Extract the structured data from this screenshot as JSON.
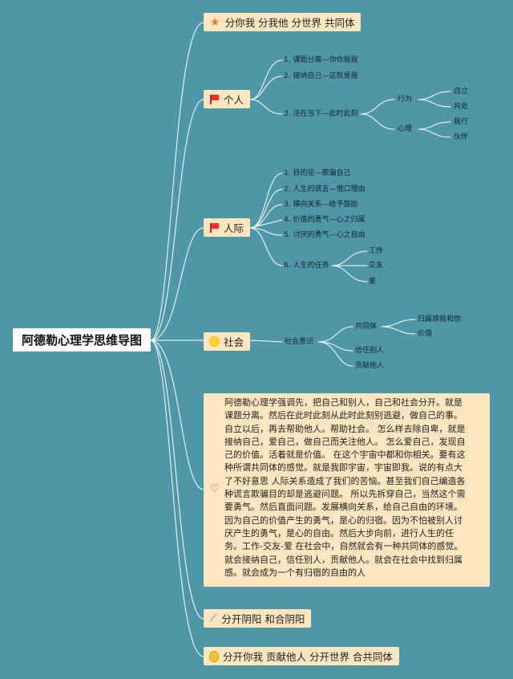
{
  "root": {
    "label": "阿德勒心理学思维导图"
  },
  "branches": {
    "top": {
      "label": "分你我 分我他 分世界 共同体",
      "icon": "star-icon",
      "color": "#f07f1b"
    },
    "personal": {
      "label": "个人",
      "icon": "flag-icon",
      "items": [
        "1. 课题分离—你你我我",
        "2. 接纳自己—这就是我",
        "3. 活在当下—此时此刻"
      ],
      "sub": {
        "xingwei": {
          "label": "行为",
          "children": [
            "自立",
            "共处"
          ]
        },
        "xinli": {
          "label": "心理",
          "children": [
            "我行",
            "伙伴"
          ]
        }
      }
    },
    "interpersonal": {
      "label": "人际",
      "icon": "flag-icon",
      "items": [
        "1. 目的论—欺骗自己",
        "2. 人生的谎言—借口理由",
        "3. 横向关系—给予鼓励",
        "4. 价值的勇气—心之归属",
        "5. 讨厌的勇气—心之自由",
        "6. 人生的任务"
      ],
      "tasks": [
        "工作",
        "交友",
        "爱"
      ]
    },
    "society": {
      "label": "社会",
      "icon": "sun-icon",
      "item": "社会意识",
      "community": {
        "label": "共同体",
        "children": [
          "归属感我和你",
          "价值"
        ]
      },
      "others": [
        "信任别人",
        "贡献他人"
      ]
    },
    "summary": {
      "icon": "heart-icon",
      "lines": [
        "阿德勒心理学强调先，把自己和别人，自己和社会分开。就是",
        "课题分离。然后在此时此刻从此时此刻别逃避，做自己的事。",
        "自立以后，再去帮助他人。帮助社会。 怎么样去除自卑，就是",
        "接纳自己，爱自己，做自己而关注他人。 怎么爱自己，发现自",
        "己的价值。活着就是价值。 在这个宇宙中都和你相关。要有这",
        "种所谓共同体的感觉。就是我即宇宙，宇宙即我。说的有点大",
        "了不好意思 人际关系造成了我们的苦恼。甚至我们自己编造各",
        "种谎言欺骗目的却是逃避问题。 所以先拆穿自己，当然这个需",
        "要勇气。然后直面问题。发展横向关系，给自己自由的环境。",
        "因为自己的价值产生的勇气，是心的归宿。因为不怕被别人讨",
        "厌产生的勇气，是心的自由。然后大步向前，进行人生的任",
        "务。工作-交友-爱 在社会中，自然就会有一种共同体的感觉。",
        "就会接纳自己，信任别人，贡献他人。就会在社会中找到归属",
        "感。就会成为一个有归宿的自由的人"
      ]
    },
    "yinyang": {
      "label": "分开阴阳 和合阴阳",
      "icon": "sparkle-icon"
    },
    "bottom": {
      "label": "分开你我 贡献他人 分开世界 合共同体",
      "icon": "medal-icon"
    }
  },
  "colors": {
    "background": "#4f97a8",
    "node": "#fbe6bf",
    "line": "#ffffff"
  }
}
